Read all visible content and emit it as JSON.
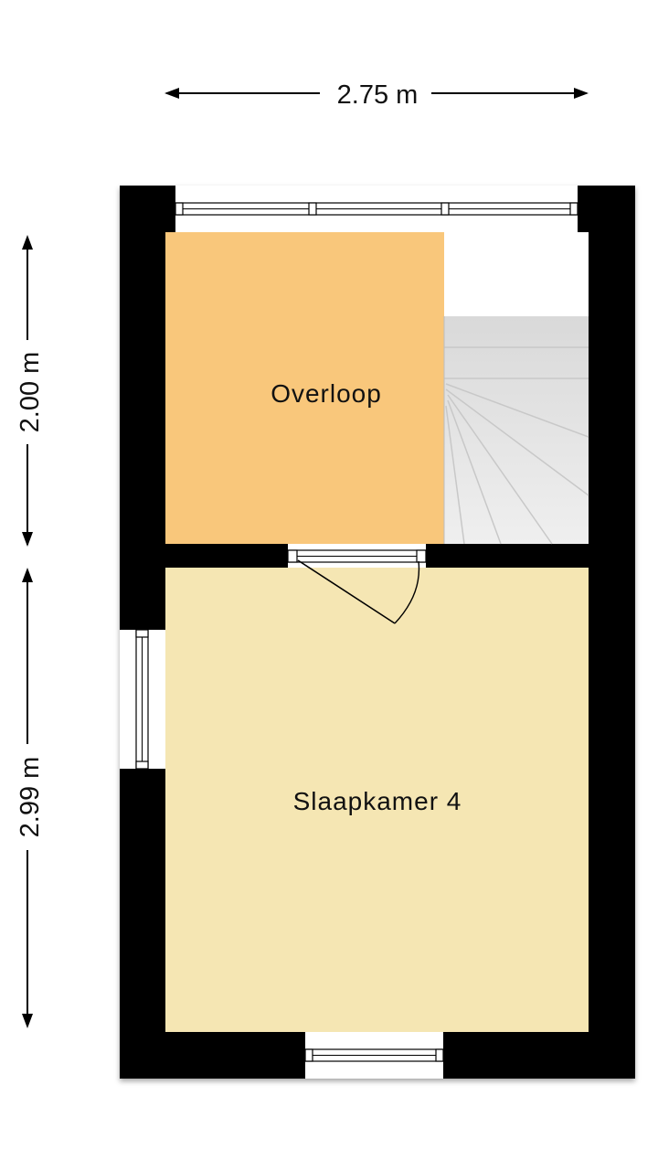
{
  "dimensions": {
    "width_label": "2.75 m",
    "upper_height_label": "2.00 m",
    "lower_height_label": "2.99 m"
  },
  "rooms": [
    {
      "id": "overloop",
      "label": "Overloop",
      "color": "#F9C77B"
    },
    {
      "id": "slaapkamer4",
      "label": "Slaapkamer 4",
      "color": "#F5E6B3"
    }
  ],
  "colors": {
    "wall": "#000000",
    "background": "#FFFFFF",
    "stair": "#E4E4E4",
    "dimension_line": "#000000"
  },
  "icons": {
    "stair": "stair-icon",
    "door": "door-swing-icon",
    "window": "window-icon"
  }
}
